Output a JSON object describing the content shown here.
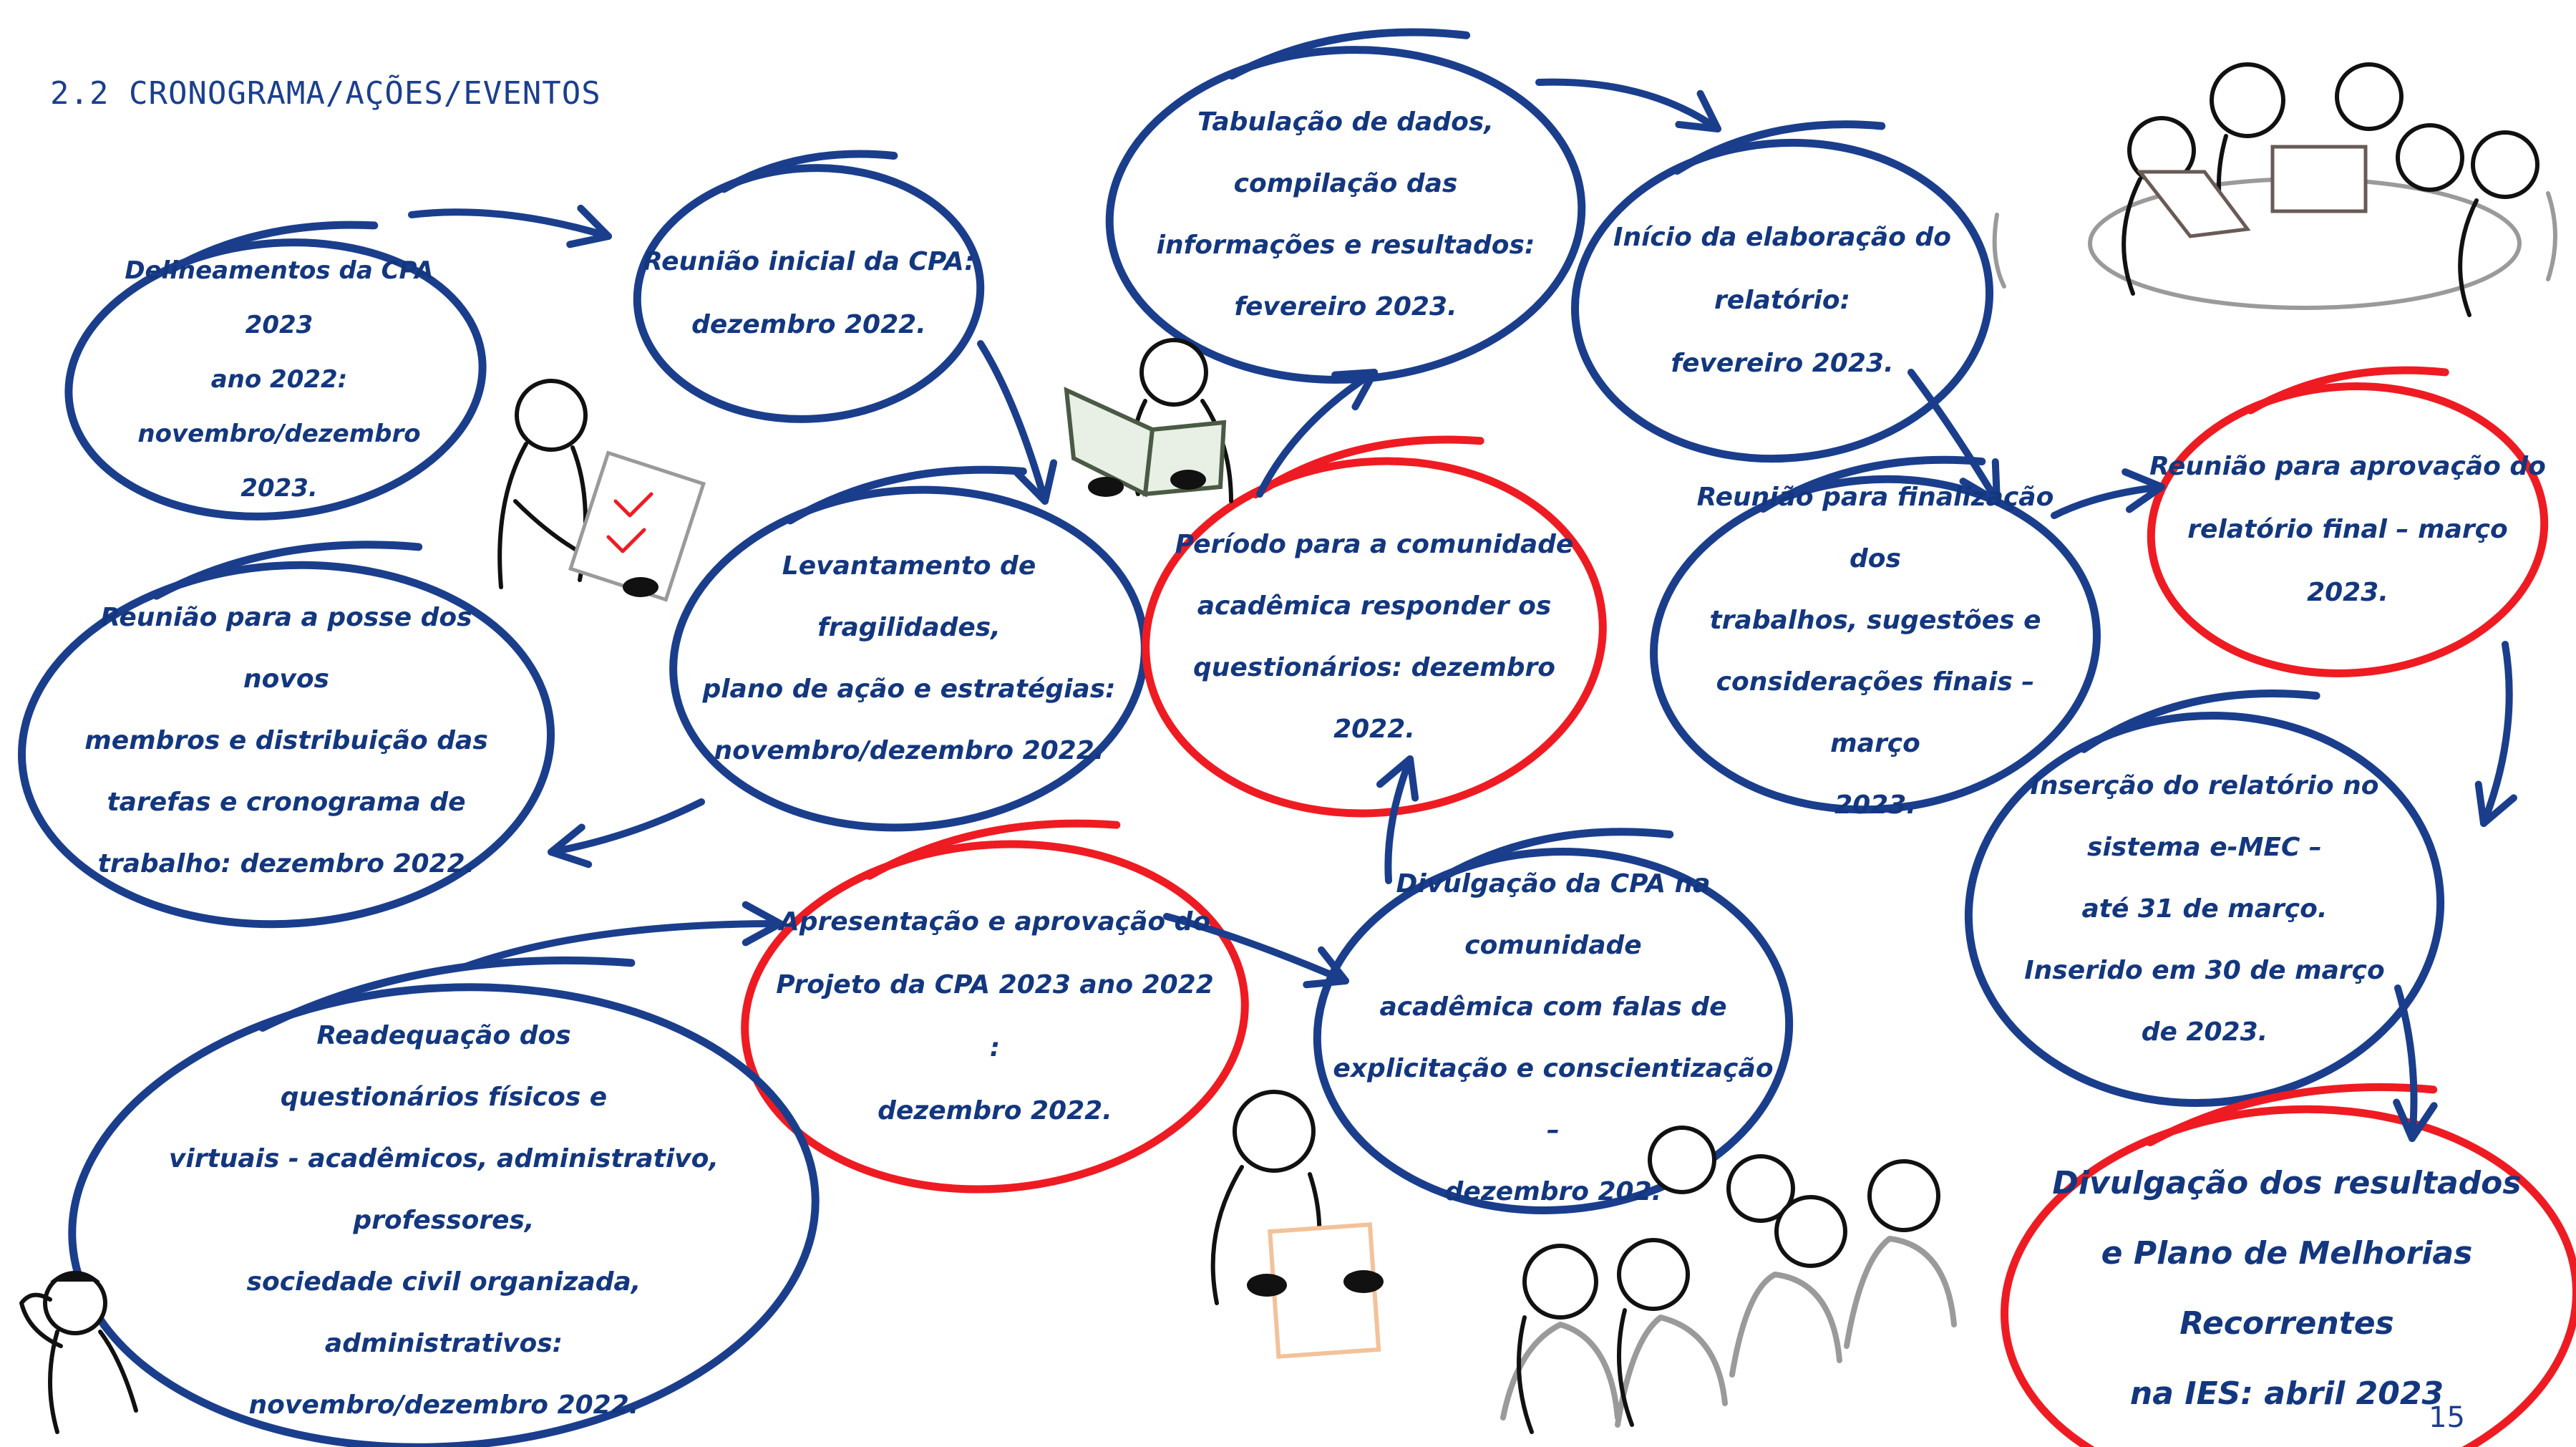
{
  "page": {
    "title": "2.2 CRONOGRAMA/AÇÕES/EVENTOS",
    "page_number": "15"
  },
  "colors": {
    "navy": "#1a3e8c",
    "red": "#ef1b22",
    "text": "#13377f",
    "sketch": "#111111",
    "grey": "#9a9a9a",
    "peach": "#f3c29a"
  },
  "nodes": [
    {
      "id": "delineamentos",
      "text": "Delineamentos da CPA 2023\nano 2022:\nnovembro/dezembro 2023.",
      "border": "navy"
    },
    {
      "id": "reuniao-inicial",
      "text": "Reunião inicial da CPA:\ndezembro 2022.",
      "border": "navy"
    },
    {
      "id": "tabulacao",
      "text": "Tabulação de dados, compilação das\ninformações e resultados:\nfevereiro 2023.",
      "border": "navy"
    },
    {
      "id": "inicio-relatorio",
      "text": "Início da elaboração do relatório:\nfevereiro 2023.",
      "border": "navy"
    },
    {
      "id": "posse-membros",
      "text": "Reunião para a posse dos novos\nmembros e distribuição das\ntarefas e cronograma de\ntrabalho: dezembro 2022.",
      "border": "navy"
    },
    {
      "id": "levantamento",
      "text": "Levantamento de fragilidades,\nplano de ação e estratégias:\nnovembro/dezembro 2022.",
      "border": "navy"
    },
    {
      "id": "periodo-comunidade",
      "text": "Período para a comunidade\nacadêmica responder os\nquestionários: dezembro 2022.",
      "border": "red"
    },
    {
      "id": "finalizacao",
      "text": "Reunião para finalização dos\ntrabalhos, sugestões e\nconsiderações finais – março\n2023.",
      "border": "navy"
    },
    {
      "id": "aprovacao-relatorio",
      "text": "Reunião para aprovação do\nrelatório final – março 2023.",
      "border": "red"
    },
    {
      "id": "apresentacao-projeto",
      "text": "Apresentação e aprovação do\nProjeto da CPA 2023 ano 2022 :\ndezembro 2022.",
      "border": "red"
    },
    {
      "id": "divulgacao-cpa",
      "text": "Divulgação da CPA na comunidade\nacadêmica com falas de\nexplicitação e conscientização –\ndezembro 202.",
      "border": "navy"
    },
    {
      "id": "insercao-emec",
      "text": "Inserção do relatório no\nsistema e-MEC –\naté 31 de março.\nInserido em 30 de março\nde 2023.",
      "border": "navy"
    },
    {
      "id": "readequacao",
      "text": "Readequação dos\nquestionários físicos e\nvirtuais - acadêmicos, administrativo, professores,\nsociedade civil organizada,\nadministrativos:\nnovembro/dezembro 2022.",
      "border": "navy"
    },
    {
      "id": "divulgacao-resultados",
      "text": "Divulgação dos resultados\ne Plano de Melhorias Recorrentes\nna IES: abril 2023",
      "border": "red"
    }
  ],
  "icons": [
    "sketch-person-with-checklist-icon",
    "sketch-person-reading-book-icon",
    "sketch-team-meeting-icon",
    "sketch-presenter-icon",
    "sketch-audience-icon",
    "sketch-thinking-person-icon"
  ]
}
